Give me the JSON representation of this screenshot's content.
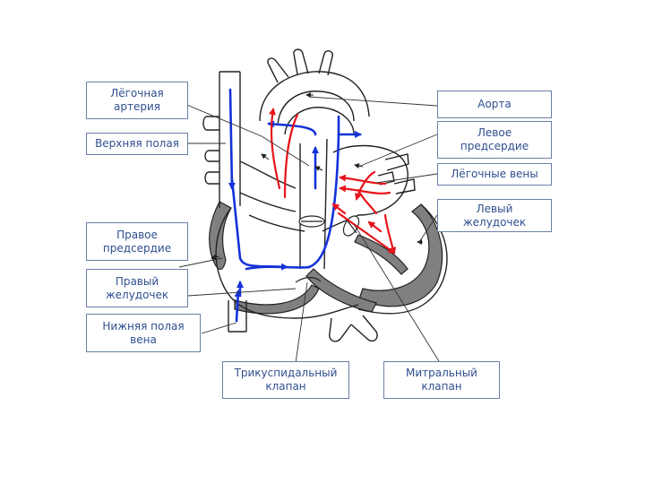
{
  "colors": {
    "oxygenated": "#e8151b",
    "deoxygenated": "#1432d8",
    "label_text": "#2f4f8f",
    "label_border": "#6a7fa6",
    "outline": "#222222",
    "wall_fill": "#808080"
  },
  "labels": {
    "pulmonary_artery": "Лёгочная\nартерия",
    "superior_vena_cava": "Верхняя полая",
    "right_atrium": "Правое\nпредсердие",
    "right_ventricle": "Правый\nжелудочек",
    "inferior_vena_cava": "Нижняя полая\nвена",
    "tricuspid_valve": "Трикуспидальный\nклапан",
    "mitral_valve": "Митральный\nклапан",
    "aorta": "Аорта",
    "left_atrium": "Левое\nпредсердие",
    "pulmonary_veins": "Лёгочные вены",
    "left_ventricle": "Левый\nжелудочек"
  }
}
